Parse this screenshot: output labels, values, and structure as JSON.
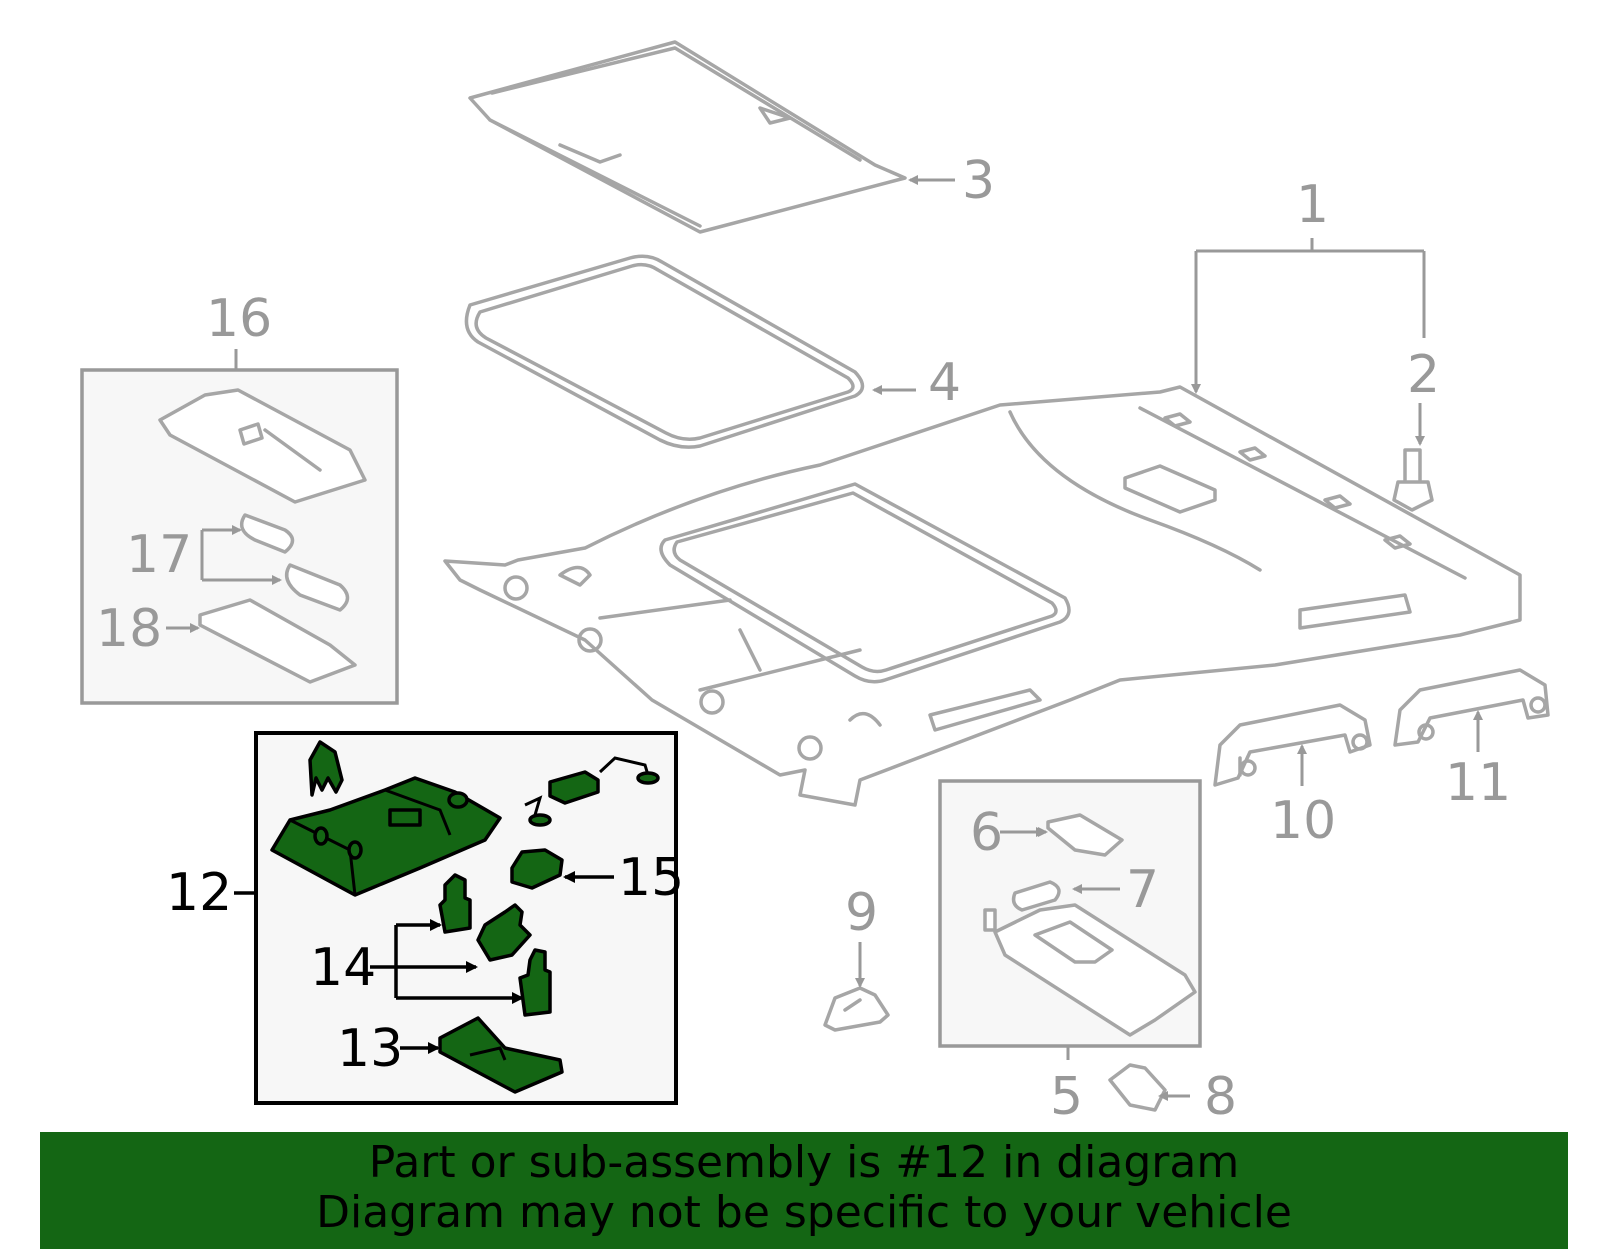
{
  "callouts": {
    "c1": "1",
    "c2": "2",
    "c3": "3",
    "c4": "4",
    "c5": "5",
    "c6": "6",
    "c7": "7",
    "c8": "8",
    "c9": "9",
    "c10": "10",
    "c11": "11",
    "c12": "12",
    "c13": "13",
    "c14": "14",
    "c15": "15",
    "c16": "16",
    "c17": "17",
    "c18": "18"
  },
  "banner": {
    "line1": "Part or sub-assembly is #12 in diagram",
    "line2": "Diagram may not be specific to your vehicle"
  },
  "colors": {
    "highlight": "#146614",
    "line_grey": "#a6a6a6",
    "label_grey": "#999999",
    "banner_bg": "#146614"
  }
}
